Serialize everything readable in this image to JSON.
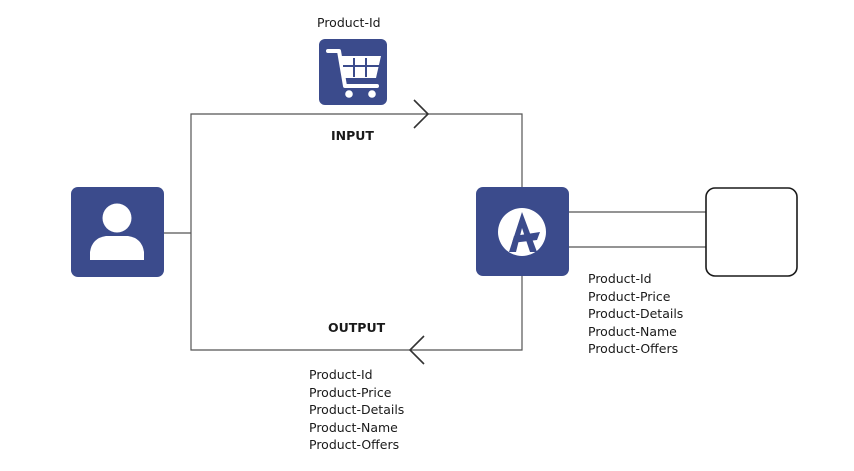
{
  "colors": {
    "icon_fill": "#3b4b8c",
    "line": "#555555",
    "text": "#1a1a1a"
  },
  "icons": {
    "cart": "shopping-cart-icon",
    "user": "user-icon",
    "api": "api-logo-icon",
    "box": "external-system-box"
  },
  "top_label": "Product-Id",
  "input_label": "INPUT",
  "output_label": "OUTPUT",
  "right_list": [
    "Product-Id",
    "Product-Price",
    "Product-Details",
    "Product-Name",
    "Product-Offers"
  ],
  "bottom_list": [
    "Product-Id",
    "Product-Price",
    "Product-Details",
    "Product-Name",
    "Product-Offers"
  ]
}
